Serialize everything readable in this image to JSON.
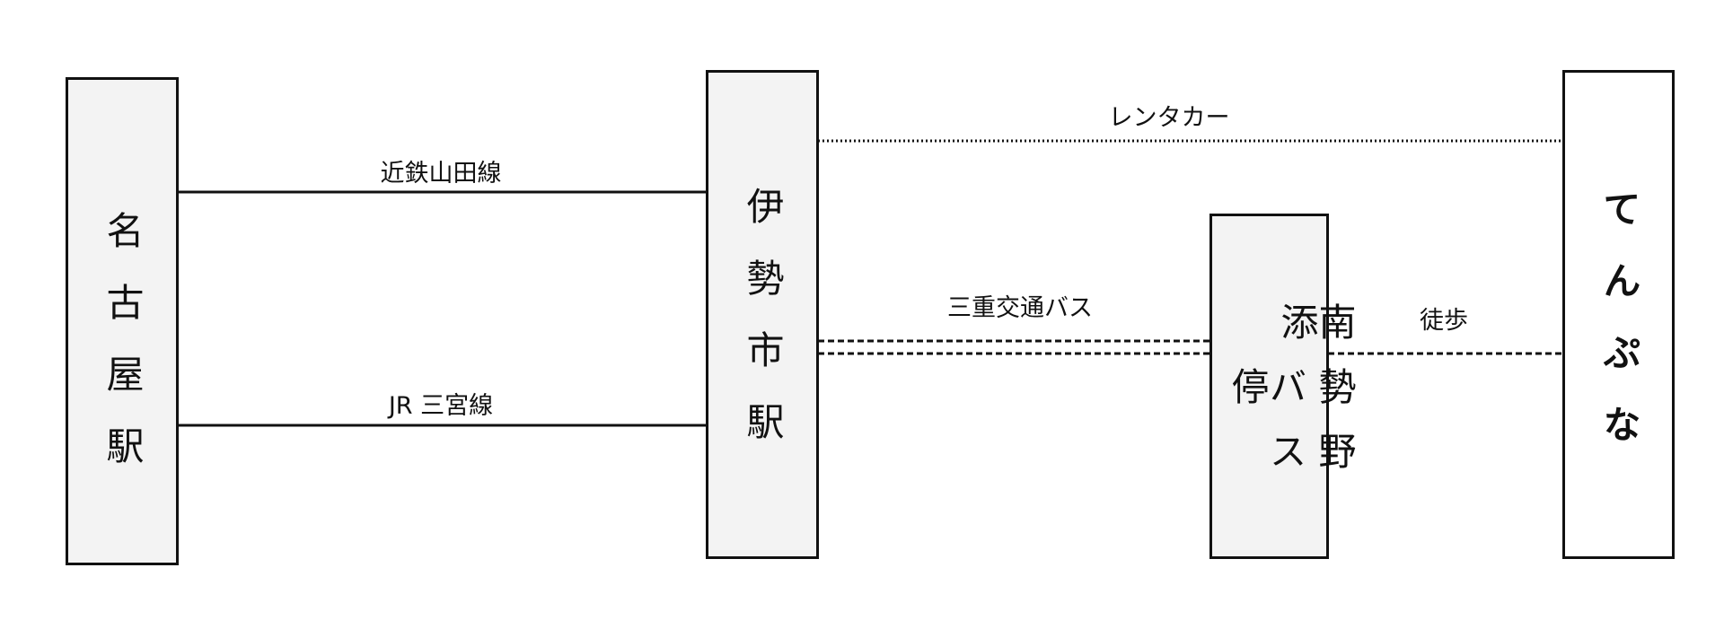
{
  "nodes": {
    "nagoya": "名古屋駅",
    "iseshi": "伊勢市駅",
    "nansei_right": "南勢野添",
    "nansei_left": "バス停",
    "tenpuna": "てんぷな"
  },
  "routes": {
    "kintetsu": "近鉄山田線",
    "jr": "JR 三宮線",
    "rental": "レンタカー",
    "bus": "三重交通バス",
    "walk": "徒歩"
  },
  "colors": {
    "box_fill": "#f3f3f3",
    "line": "#111111"
  }
}
